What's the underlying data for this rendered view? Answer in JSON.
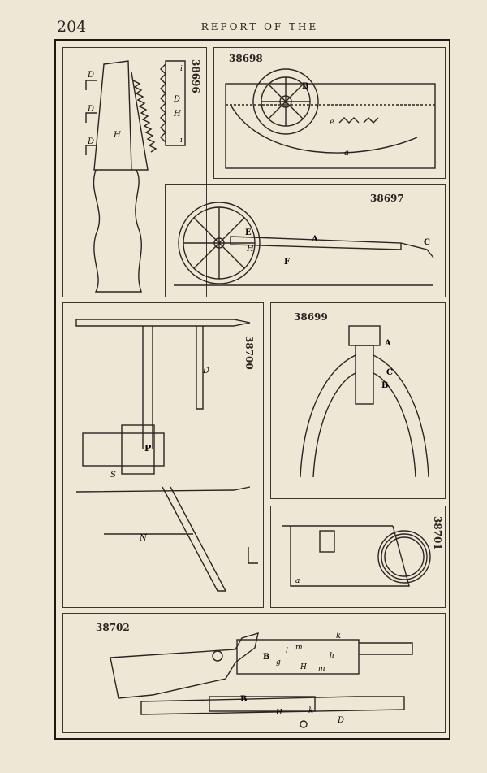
{
  "header": {
    "page_number": "204",
    "running_head": "REPORT OF THE"
  },
  "figures": [
    {
      "id": "fig-38696",
      "label": "38696"
    },
    {
      "id": "fig-38698",
      "label": "38698"
    },
    {
      "id": "fig-38697",
      "label": "38697"
    },
    {
      "id": "fig-38700",
      "label": "38700"
    },
    {
      "id": "fig-38699",
      "label": "38699"
    },
    {
      "id": "fig-38701",
      "label": "38701"
    },
    {
      "id": "fig-38702",
      "label": "38702"
    }
  ],
  "letters": {
    "f38696": [
      "D",
      "D",
      "D",
      "H",
      "H",
      "D",
      "i",
      "i"
    ],
    "f38698": [
      "B",
      "e",
      "a"
    ],
    "f38697": [
      "E",
      "H",
      "F",
      "A",
      "C"
    ],
    "f38700": [
      "D",
      "P",
      "S",
      "N"
    ],
    "f38699": [
      "A",
      "C",
      "B"
    ],
    "f38701": [
      "a"
    ],
    "f38702": [
      "k",
      "B",
      "g",
      "l",
      "m",
      "h",
      "H",
      "m",
      "B",
      "k",
      "H",
      "D"
    ]
  }
}
